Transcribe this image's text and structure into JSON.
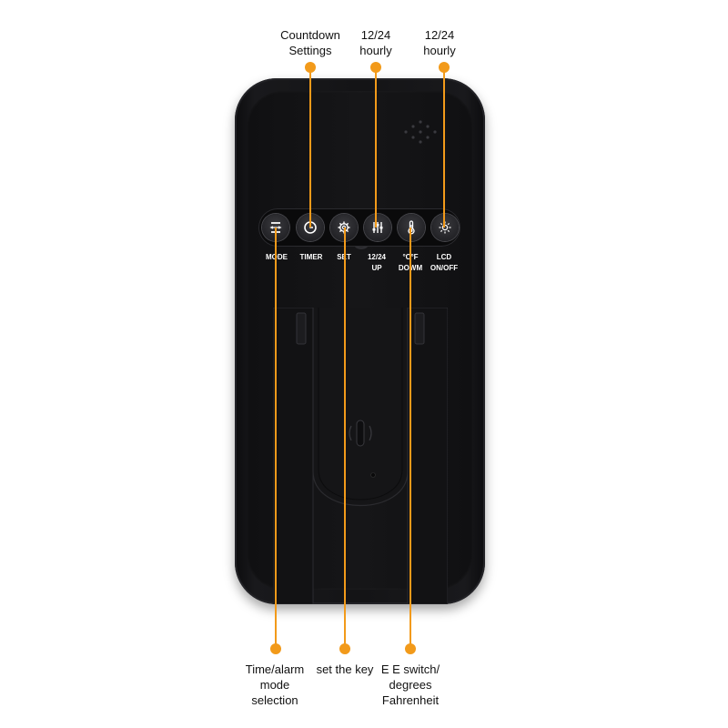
{
  "callouts_top": {
    "countdown": [
      "Countdown",
      "Settings"
    ],
    "hourly_left": [
      "12/24",
      "hourly"
    ],
    "hourly_right": [
      "12/24",
      "hourly"
    ]
  },
  "callouts_bottom": {
    "mode": [
      "Time/alarm",
      "mode",
      "selection"
    ],
    "set": "set the key",
    "switch": [
      "E E switch/",
      "degrees",
      "Fahrenheit"
    ]
  },
  "buttons": [
    {
      "icon": "mode-icon",
      "label": [
        "MODE"
      ]
    },
    {
      "icon": "clock-icon",
      "label": [
        "TIMER"
      ]
    },
    {
      "icon": "gear-icon",
      "label": [
        "SET"
      ]
    },
    {
      "icon": "sliders-icon",
      "label": [
        "12/24",
        "UP"
      ]
    },
    {
      "icon": "thermometer-icon",
      "label": [
        "°C°F",
        "DOWM"
      ]
    },
    {
      "icon": "sun-icon",
      "label": [
        "LCD",
        "ON/OFF"
      ]
    }
  ],
  "colors": {
    "accent": "#f29a1a",
    "device": "#141416"
  }
}
